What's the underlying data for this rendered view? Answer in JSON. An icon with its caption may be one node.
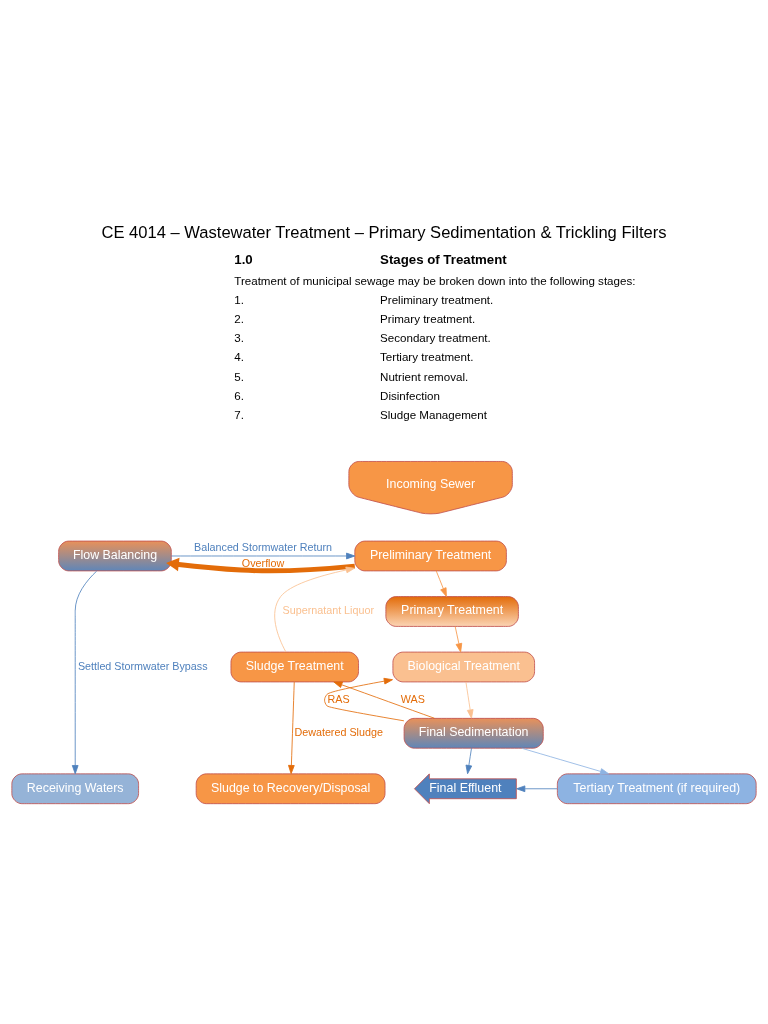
{
  "diagram": {
    "title": "CE 4014 – Wastewater Treatment – Primary Sedimentation & Trickling Filters",
    "nodes": [
      {
        "text": [
          "Incoming Sewer"
        ]
      },
      {
        "text": [
          "Flow Balancing"
        ]
      },
      {
        "text": [
          "Preliminary Treatment"
        ]
      },
      {
        "text": [
          "Primary Treatment"
        ]
      },
      {
        "text": [
          "Biological Treatment"
        ]
      },
      {
        "text": [
          "Sludge Treatment"
        ]
      },
      {
        "text": [
          "Final Sedimentation"
        ]
      },
      {
        "text": [
          "Receiving Waters"
        ]
      },
      {
        "text": [
          "Final Effluent"
        ]
      },
      {
        "text": [
          "Tertiary Treatment (if required)"
        ]
      },
      {
        "text": [
          "Sludge to Recovery/Disposal"
        ]
      }
    ],
    "edges": [
      {
        "from": 1,
        "to": 2,
        "arrow": "to",
        "label": "Balanced Stormwater Return",
        "color": "#4f81bd"
      },
      {
        "from": 2,
        "to": 1,
        "arrow": "to",
        "label": "Overflow",
        "style": "thick",
        "color": "#e36c09"
      },
      {
        "from": 2,
        "to": 3,
        "arrow": "to",
        "color": "#f79646"
      },
      {
        "from": 3,
        "to": 4,
        "arrow": "to",
        "color": "#f79646"
      },
      {
        "from": 4,
        "to": 6,
        "arrow": "to",
        "color": "#fac090"
      },
      {
        "from": 6,
        "to": 4,
        "arrow": "to",
        "label": "RAS",
        "color": "#e36c09"
      },
      {
        "from": 6,
        "to": 5,
        "arrow": "to",
        "label": "WAS",
        "color": "#e36c09"
      },
      {
        "from": 5,
        "to": 2,
        "arrow": "to",
        "label": "Supernatant Liquor",
        "color": "#fac090"
      },
      {
        "from": 5,
        "to": 10,
        "arrow": "to",
        "label": "Dewatered Sludge",
        "color": "#e36c09"
      },
      {
        "from": 1,
        "to": 7,
        "arrow": "to",
        "label": "Settled Stormwater Bypass",
        "color": "#4f81bd"
      },
      {
        "from": 6,
        "to": 8,
        "arrow": "to",
        "color": "#4f81bd"
      },
      {
        "from": 6,
        "to": 9,
        "arrow": "to",
        "color": "#8db3e2"
      },
      {
        "from": 9,
        "to": 8,
        "arrow": "to",
        "color": "#4f81bd"
      }
    ],
    "labels": [
      "1.0",
      "Stages of Treatment",
      "Treatment of municipal sewage may be broken down into the following stages:",
      "1.",
      "Preliminary treatment.",
      "2.",
      "Primary treatment.",
      "3.",
      "Secondary treatment.",
      "4.",
      "Tertiary treatment.",
      "5.",
      "Nutrient removal.",
      "6.",
      "Disinfection",
      "7.",
      "Sludge Management"
    ]
  }
}
